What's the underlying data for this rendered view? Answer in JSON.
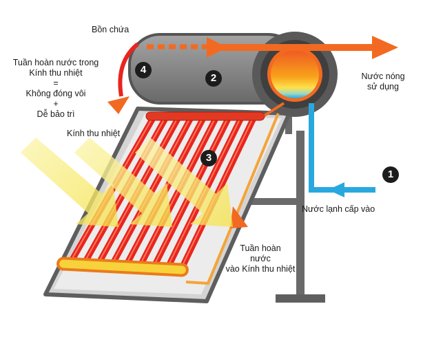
{
  "labels": {
    "tank": "Bồn chứa",
    "circulation_title": [
      "Tuần hoàn nước trong",
      "Kính thu nhiệt",
      "=",
      "Không đóng vôi",
      "+",
      "Dễ bảo trì"
    ],
    "collector": "Kính thu nhiệt",
    "hot_water": [
      "Nước nóng",
      "sử dụng"
    ],
    "cold_water": "Nước lạnh cấp vào",
    "circulation_into": [
      "Tuần hoàn",
      "nước",
      "vào Kính thu nhiệt"
    ]
  },
  "badges": [
    "1",
    "2",
    "3",
    "4"
  ],
  "colors": {
    "hot_arrow": "#f26a21",
    "cold_pipe": "#29a8e0",
    "tank_body": "#8a8a8a",
    "tank_end": "#5b5b5b",
    "tubes": "#e8251f",
    "frame": "#6f6f6f",
    "sun_rays": "#f7ee7a"
  },
  "icons": [
    "hot-water-arrow-icon",
    "cold-water-arrow-icon",
    "sun-ray-icon",
    "circulation-arrow-icon"
  ]
}
